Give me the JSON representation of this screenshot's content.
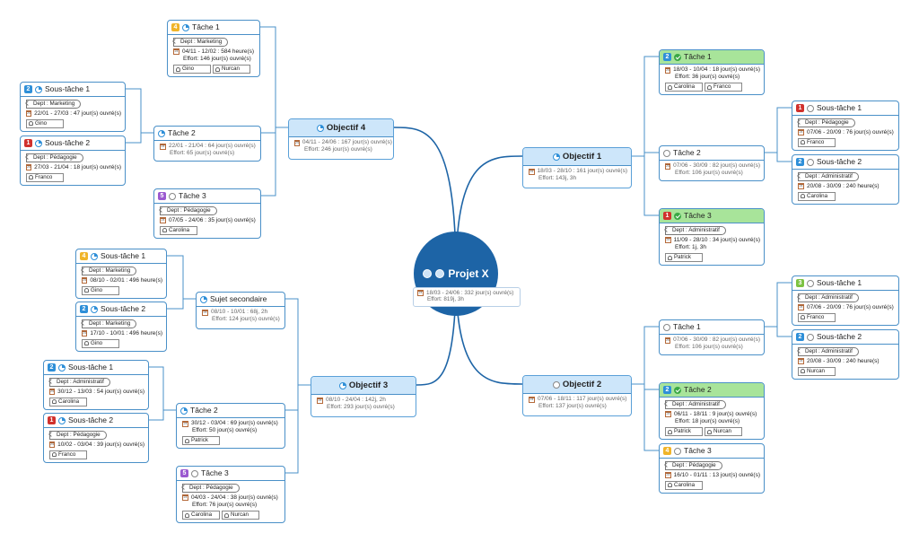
{
  "root": {
    "title": "Projet X",
    "dates": "18/03 - 24/06 : 332 jour(s) ouvré(s)",
    "effort": "Effort: 819j, 3h"
  },
  "nodes": [
    {
      "id": "obj1",
      "kind": "obj",
      "title": "Objectif 1",
      "status": "partial",
      "dates": "18/03 - 28/10 : 161 jour(s) ouvré(s)",
      "effort": "Effort: 143j, 3h"
    },
    {
      "id": "t1a",
      "kind": "task",
      "title": "Tâche 1",
      "prio": "2",
      "status": "done",
      "dates": "18/03 - 10/04 : 18 jour(s) ouvré(s)",
      "effort": "Effort: 36 jour(s) ouvré(s)",
      "people": [
        "Carolina",
        "Franco"
      ]
    },
    {
      "id": "t1b",
      "kind": "sub",
      "title": "Tâche 2",
      "status": "blank",
      "dates": "07/06 - 30/09 : 82 jour(s) ouvré(s)",
      "effort": "Effort: 106 jour(s) ouvré(s)"
    },
    {
      "id": "s1b1",
      "kind": "task",
      "title": "Sous-tâche 1",
      "prio": "1",
      "status": "blank",
      "dept": "Dept : Pédagogie",
      "dates": "07/06 - 20/09 : 76 jour(s) ouvré(s)",
      "people": [
        "Franco"
      ]
    },
    {
      "id": "s1b2",
      "kind": "task",
      "title": "Sous-tâche 2",
      "prio": "2",
      "status": "blank",
      "dept": "Dept : Administratif",
      "dates": "20/08 - 30/09 : 240 heure(s)",
      "people": [
        "Carolina"
      ]
    },
    {
      "id": "t1c",
      "kind": "task",
      "title": "Tâche 3",
      "prio": "1",
      "status": "done",
      "dept": "Dept : Administratif",
      "dates": "11/09 - 28/10 : 34 jour(s) ouvré(s)",
      "effort": "Effort: 1j, 3h",
      "people": [
        "Patrick"
      ]
    },
    {
      "id": "obj2",
      "kind": "obj",
      "title": "Objectif 2",
      "status": "blank",
      "dates": "07/06 - 18/11 : 117 jour(s) ouvré(s)",
      "effort": "Effort: 137 jour(s) ouvré(s)"
    },
    {
      "id": "t2a",
      "kind": "sub",
      "title": "Tâche 1",
      "status": "blank",
      "dates": "07/06 - 30/09 : 82 jour(s) ouvré(s)",
      "effort": "Effort: 106 jour(s) ouvré(s)"
    },
    {
      "id": "s2a1",
      "kind": "task",
      "title": "Sous-tâche 1",
      "prio": "3",
      "status": "blank",
      "dept": "Dept : Administratif",
      "dates": "07/06 - 20/09 : 76 jour(s) ouvré(s)",
      "people": [
        "Franco"
      ]
    },
    {
      "id": "s2a2",
      "kind": "task",
      "title": "Sous-tâche 2",
      "prio": "2",
      "status": "blank",
      "dept": "Dept : Administratif",
      "dates": "20/08 - 30/09 : 240 heure(s)",
      "people": [
        "Nurcan"
      ]
    },
    {
      "id": "t2b",
      "kind": "task",
      "title": "Tâche 2",
      "prio": "2",
      "status": "done",
      "dept": "Dept : Administratif",
      "dates": "06/11 - 18/11 : 9 jour(s) ouvré(s)",
      "effort": "Effort: 18 jour(s) ouvré(s)",
      "people": [
        "Patrick",
        "Nurcan"
      ]
    },
    {
      "id": "t2c",
      "kind": "task",
      "title": "Tâche 3",
      "prio": "4",
      "status": "blank",
      "dept": "Dept : Pédagogie",
      "dates": "16/10 - 01/11 : 13 jour(s) ouvré(s)",
      "people": [
        "Carolina"
      ]
    },
    {
      "id": "obj3",
      "kind": "obj",
      "title": "Objectif 3",
      "status": "partial",
      "dates": "08/10 - 24/04 : 142j, 2h",
      "effort": "Effort: 293 jour(s) ouvré(s)"
    },
    {
      "id": "ss",
      "kind": "sub",
      "title": "Sujet secondaire",
      "status": "partial",
      "dates": "08/10 - 10/01 : 68j, 2h",
      "effort": "Effort: 124 jour(s) ouvré(s)"
    },
    {
      "id": "sss1",
      "kind": "task",
      "title": "Sous-tâche 1",
      "prio": "4",
      "status": "partial",
      "dept": "Dept : Marketing",
      "dates": "08/10 - 02/01 : 496 heure(s)",
      "people": [
        "Gino"
      ]
    },
    {
      "id": "sss2",
      "kind": "task",
      "title": "Sous-tâche 2",
      "prio": "2",
      "status": "partial",
      "dept": "Dept : Marketing",
      "dates": "17/10 - 10/01 : 496 heure(s)",
      "people": [
        "Gino"
      ]
    },
    {
      "id": "t3b",
      "kind": "task",
      "title": "Tâche 2",
      "status": "partial",
      "dates": "30/12 - 03/04 : 69 jour(s) ouvré(s)",
      "effort": "Effort: 50 jour(s) ouvré(s)",
      "people": [
        "Patrick"
      ]
    },
    {
      "id": "s3b1",
      "kind": "task",
      "title": "Sous-tâche 1",
      "prio": "2",
      "status": "partial",
      "dept": "Dept : Administratif",
      "dates": "30/12 - 13/03 : 54 jour(s) ouvré(s)",
      "people": [
        "Carolina"
      ]
    },
    {
      "id": "s3b2",
      "kind": "task",
      "title": "Sous-tâche 2",
      "prio": "1",
      "status": "partial",
      "dept": "Dept : Pédagogie",
      "dates": "10/02 - 03/04 : 39 jour(s) ouvré(s)",
      "people": [
        "Franco"
      ]
    },
    {
      "id": "t3c",
      "kind": "task",
      "title": "Tâche 3",
      "prio": "5",
      "status": "blank",
      "dept": "Dept : Pédagogie",
      "dates": "04/03 - 24/04 : 38 jour(s) ouvré(s)",
      "effort": "Effort: 76 jour(s) ouvré(s)",
      "people": [
        "Carolina",
        "Nurcan"
      ]
    },
    {
      "id": "obj4",
      "kind": "obj",
      "title": "Objectif 4",
      "status": "partial",
      "dates": "04/11 - 24/06 : 167 jour(s) ouvré(s)",
      "effort": "Effort: 246 jour(s) ouvré(s)"
    },
    {
      "id": "t4a",
      "kind": "task",
      "title": "Tâche 1",
      "prio": "4",
      "status": "partial",
      "dept": "Dept : Marketing",
      "dates": "04/11 - 12/02 : 584 heure(s)",
      "effort": "Effort: 146 jour(s) ouvré(s)",
      "people": [
        "Gino",
        "Nurcan"
      ]
    },
    {
      "id": "t4b",
      "kind": "sub",
      "title": "Tâche 2",
      "status": "partial",
      "dates": "22/01 - 21/04 : 64 jour(s) ouvré(s)",
      "effort": "Effort: 65 jour(s) ouvré(s)"
    },
    {
      "id": "s4b1",
      "kind": "task",
      "title": "Sous-tâche 1",
      "prio": "2",
      "status": "partial",
      "dept": "Dept : Marketing",
      "dates": "22/01 - 27/03 : 47 jour(s) ouvré(s)",
      "people": [
        "Gino"
      ]
    },
    {
      "id": "s4b2",
      "kind": "task",
      "title": "Sous-tâche 2",
      "prio": "1",
      "status": "partial",
      "dept": "Dept : Pédagogie",
      "dates": "27/03 - 21/04 : 18 jour(s) ouvré(s)",
      "people": [
        "Franco"
      ]
    },
    {
      "id": "t4c",
      "kind": "task",
      "title": "Tâche 3",
      "prio": "5",
      "status": "blank",
      "dept": "Dept : Pédagogie",
      "dates": "07/05 - 24/06 : 35 jour(s) ouvré(s)",
      "people": [
        "Carolina"
      ]
    }
  ]
}
